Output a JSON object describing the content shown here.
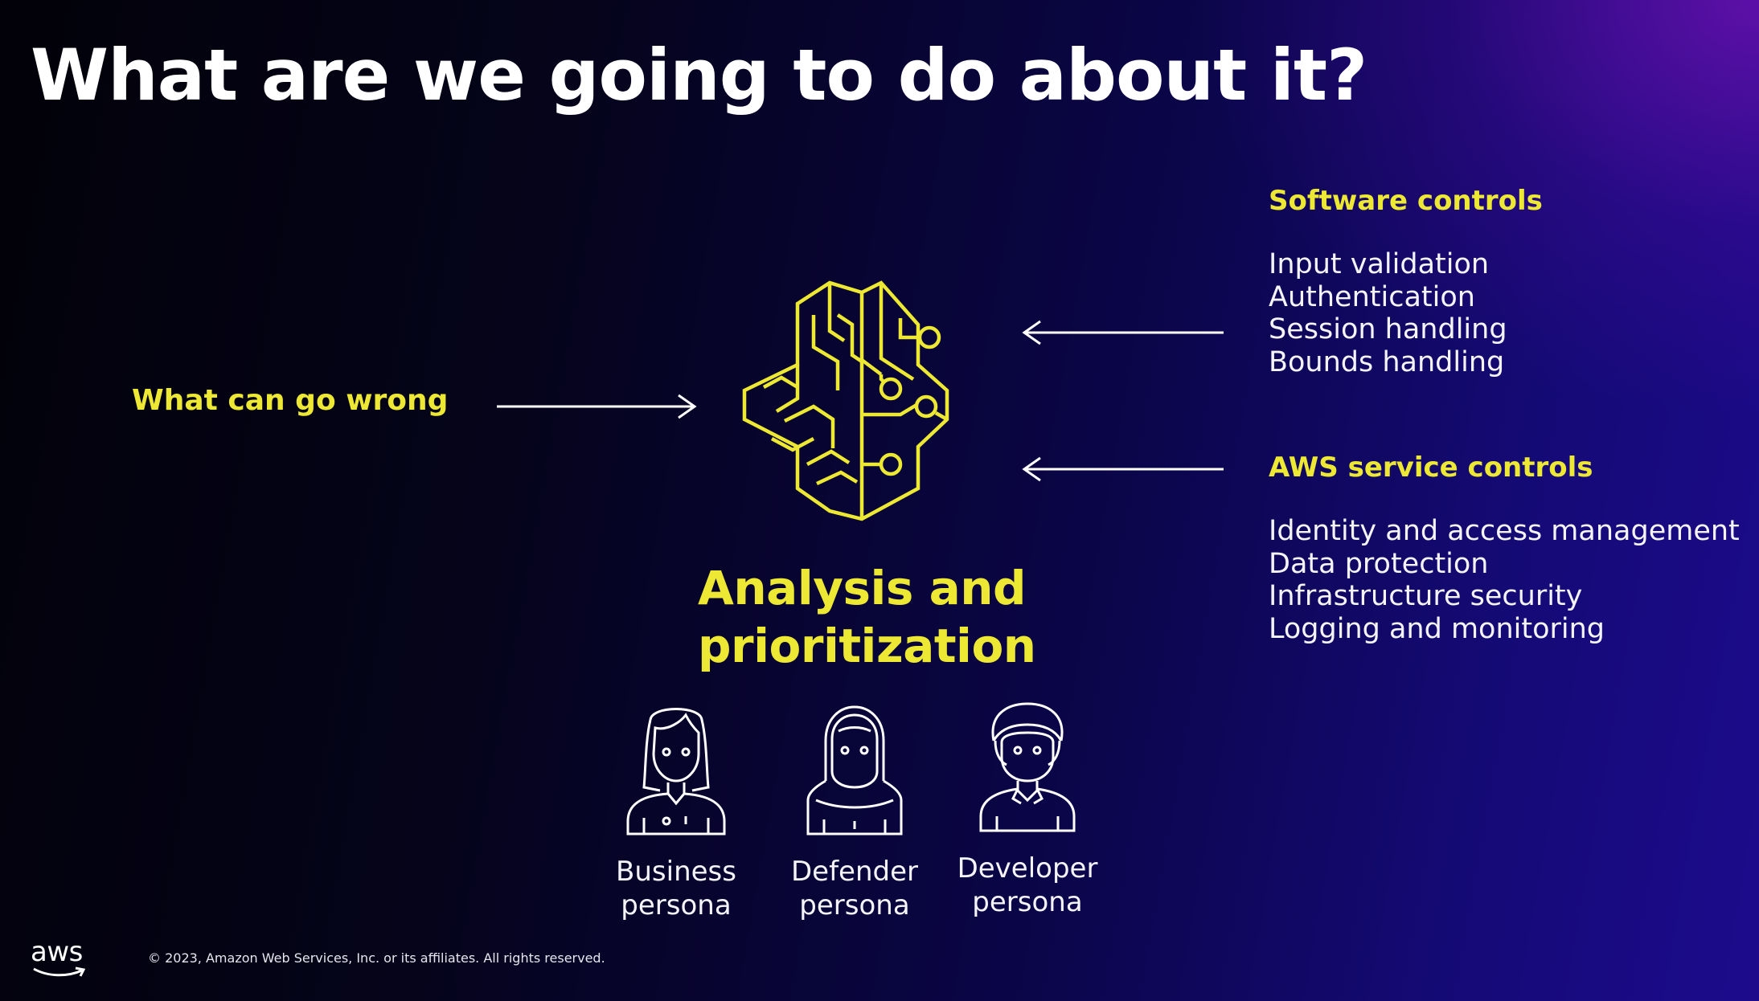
{
  "slide": {
    "title": "What are we going to do about it?"
  },
  "left": {
    "label": "What can go wrong"
  },
  "center": {
    "icon": "brain-circuit-icon",
    "title_line1": "Analysis and",
    "title_line2": "prioritization"
  },
  "software_controls": {
    "heading": "Software controls",
    "items": [
      "Input validation",
      "Authentication",
      "Session handling",
      "Bounds handling"
    ]
  },
  "aws_service_controls": {
    "heading": "AWS service controls",
    "items": [
      "Identity and access management",
      "Data protection",
      "Infrastructure security",
      "Logging and monitoring"
    ]
  },
  "personas": [
    {
      "icon": "business-persona-icon",
      "line1": "Business",
      "line2": "persona"
    },
    {
      "icon": "defender-persona-icon",
      "line1": "Defender",
      "line2": "persona"
    },
    {
      "icon": "developer-persona-icon",
      "line1": "Developer",
      "line2": "persona"
    }
  ],
  "footer": {
    "logo_text": "aws",
    "copyright": "© 2023, Amazon Web Services, Inc. or its affiliates. All rights reserved."
  },
  "colors": {
    "accent_yellow": "#ede834",
    "text_white": "#ffffff",
    "background_dark": "#05041a",
    "background_purple": "#1d0b8c"
  }
}
